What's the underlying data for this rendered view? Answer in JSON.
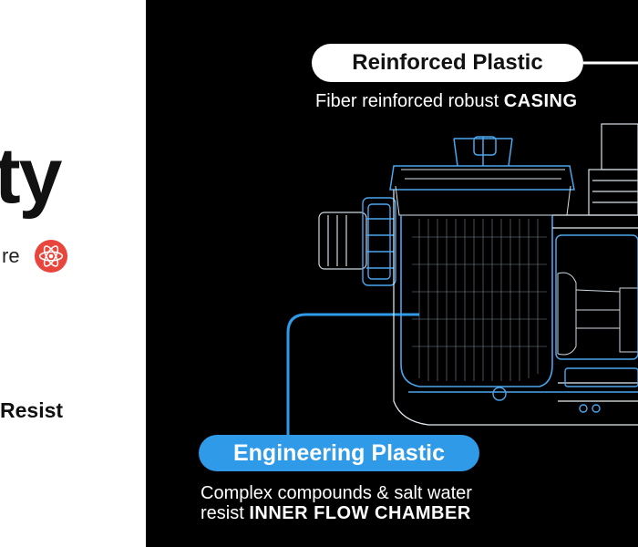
{
  "left": {
    "big_text": "ty",
    "sub_text": "re",
    "resist_text": "Resist",
    "atom_icon": "atom-icon",
    "accent": "#e8453c"
  },
  "callout_top": {
    "label": "Reinforced Plastic",
    "desc_prefix": "Fiber reinforced robust ",
    "desc_bold": "CASING",
    "line_color": "#ffffff"
  },
  "callout_bottom": {
    "label": "Engineering Plastic",
    "desc_line1": "Complex compounds & salt water",
    "desc_line2_prefix": "resist ",
    "desc_line2_bold": "INNER FLOW CHAMBER",
    "accent": "#2f9be8"
  }
}
